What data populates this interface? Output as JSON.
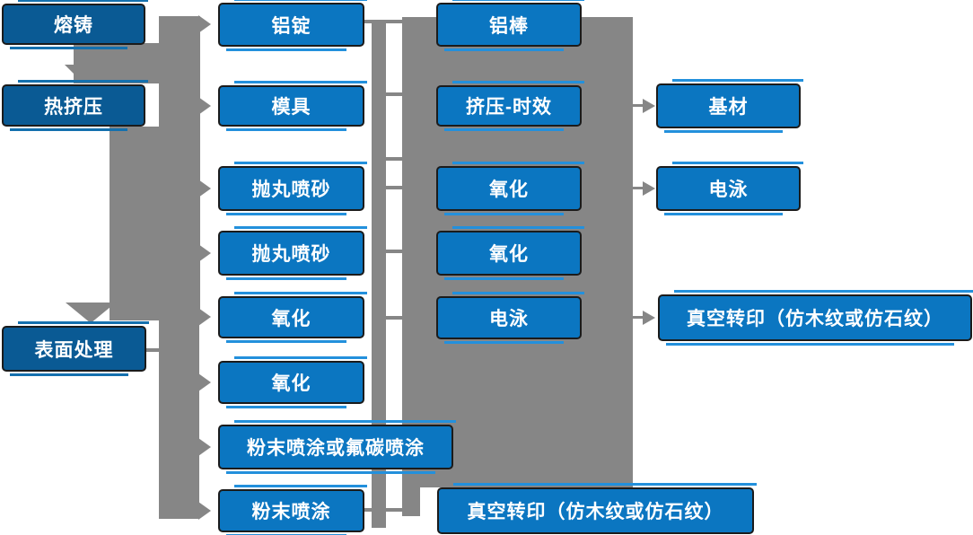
{
  "diagram": {
    "stages": {
      "melting_casting": "熔铸",
      "hot_extrusion": "热挤压",
      "surface_treatment": "表面处理"
    },
    "process_col2": {
      "aluminum_ingot": "铝锭",
      "mold": "模具",
      "shot_blasting_1": "抛丸喷砂",
      "shot_blasting_2": "抛丸喷砂",
      "oxidation_1": "氧化",
      "oxidation_2": "氧化",
      "powder_or_fluorocarbon_coating": "粉末喷涂或氟碳喷涂",
      "powder_coating": "粉末喷涂"
    },
    "process_col3": {
      "aluminum_rod": "铝棒",
      "extrusion_aging": "挤压-时效",
      "oxidation_3": "氧化",
      "oxidation_4": "氧化",
      "electrophoresis_1": "电泳",
      "vacuum_transfer_print_1": "真空转印（仿木纹或仿石纹）"
    },
    "outputs_col4": {
      "base_material": "基材",
      "electrophoresis_2": "电泳",
      "vacuum_transfer_print_2": "真空转印（仿木纹或仿石纹）"
    },
    "colors": {
      "stage_fill": "#0a5a94",
      "process_fill": "#0b76c1",
      "connector_gray": "#868686",
      "box_border": "#1b1b1b",
      "edge_highlight": "#2390dc",
      "text": "#ffffff",
      "background": "#ffffff"
    }
  }
}
